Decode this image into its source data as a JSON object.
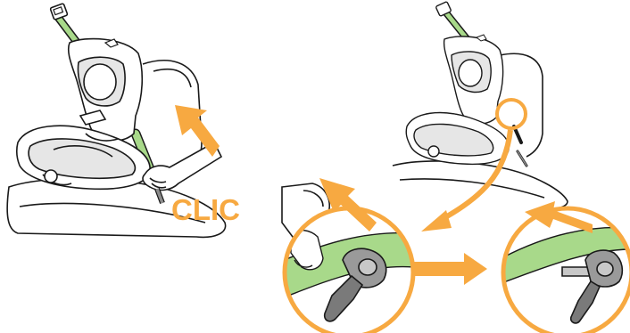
{
  "diagram": {
    "clic_text": "CLIC",
    "colors": {
      "accent": "#F7A941",
      "belt": "#A8D98A",
      "outline": "#1a1a1a",
      "seat_shade": "#e6e6e6",
      "handle_gray": "#8c8c8c",
      "skin": "#ffffff"
    },
    "panels": [
      {
        "id": "left",
        "description_icon": "car-seat-belt-tension-icon"
      },
      {
        "id": "right",
        "description_icon": "car-seat-lock-detail-icon"
      }
    ],
    "details": [
      {
        "id": "detail-before",
        "icon": "lock-lever-open-icon"
      },
      {
        "id": "detail-after",
        "icon": "lock-lever-closed-icon"
      }
    ]
  }
}
